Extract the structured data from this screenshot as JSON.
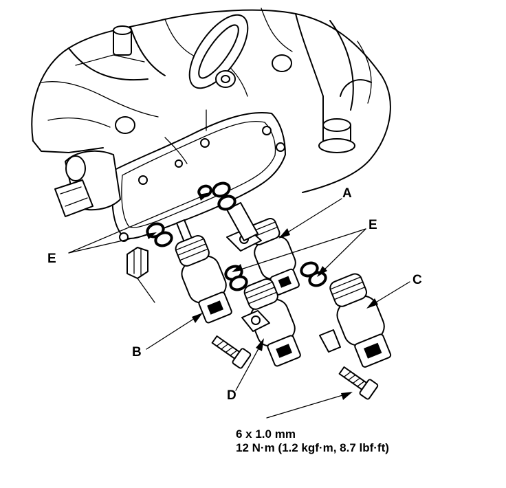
{
  "callouts": {
    "a": "A",
    "b": "B",
    "c": "C",
    "d": "D",
    "e_left": "E",
    "e_right": "E"
  },
  "bolt_spec": {
    "size": "6 x 1.0 mm",
    "torque": "12 N·m (1.2 kgf·m, 8.7 lbf·ft)"
  }
}
